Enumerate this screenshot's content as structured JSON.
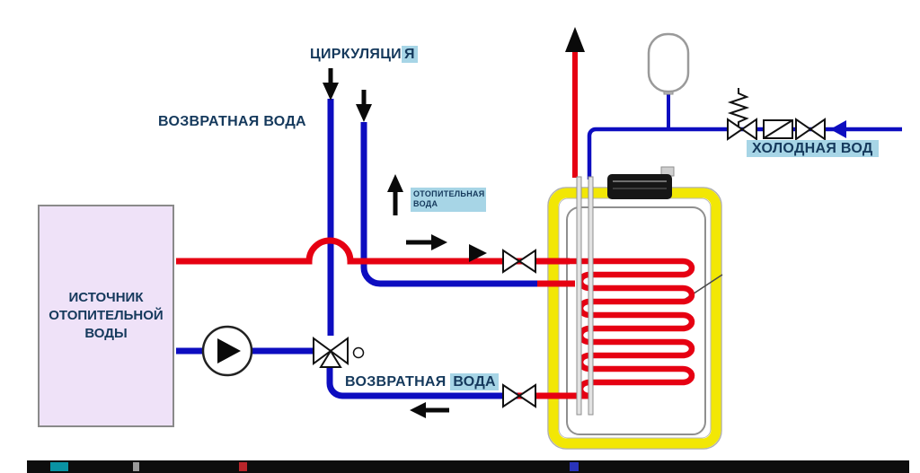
{
  "diagram": {
    "labels": {
      "circulation_main": "ЦИРКУЛЯЦИ",
      "circulation_highlight": "Я",
      "return_water_top": "ВОЗВРАТНАЯ ВОДА",
      "heating_water": "ОТОПИТЕЛЬНАЯ ВОДА",
      "cold_water": "ХОЛОДНАЯ ВОД",
      "source": "ИСТОЧНИК ОТОПИТЕЛЬНОЙ ВОДЫ",
      "return_water_mid_main": "ВОЗВРАТНАЯ ",
      "return_water_mid_highlight": "ВОДА"
    },
    "colors": {
      "hot_pipe": "#e60012",
      "cold_pipe": "#0d0dc0",
      "tank_border": "#f2e705",
      "source_fill": "#efe2f8",
      "highlight": "#a7d5e6",
      "label_text": "#15395c"
    },
    "components": [
      "heating-source-box",
      "circulation-pump",
      "three-way-mixing-valve",
      "shutoff-valve-hot-supply",
      "shutoff-valve-return",
      "flow-direction-arrows",
      "storage-tank",
      "heating-coil",
      "tank-flange-cap",
      "expansion-vessel",
      "safety-valve-spring",
      "strainer",
      "shutoff-valve-cold-water",
      "cold-water-inlet-arrow",
      "temperature-sensor-line"
    ]
  }
}
